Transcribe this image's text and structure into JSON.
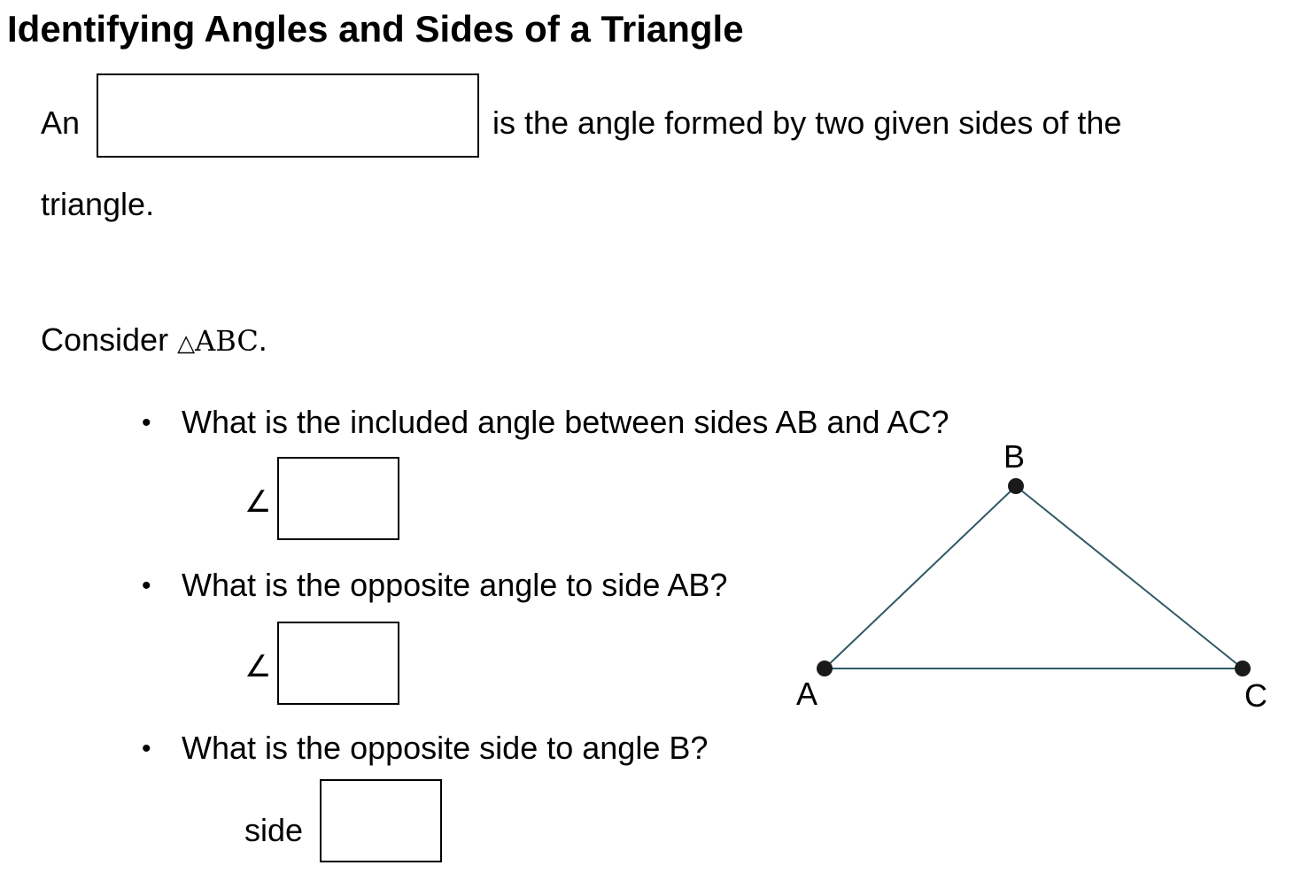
{
  "title": "Identifying Angles and Sides of a Triangle",
  "definition": {
    "prefix": "An",
    "blank_value": "",
    "suffix": "is the angle formed by two given sides of the",
    "continuation": "triangle."
  },
  "consider": {
    "label": "Consider",
    "triangle_symbol": "△",
    "triangle_name": "ABC",
    "period": "."
  },
  "questions": [
    {
      "bullet": "•",
      "text": "What is the included angle between sides AB and AC?",
      "prefix": "∠",
      "answer": ""
    },
    {
      "bullet": "•",
      "text": "What is the opposite angle to side AB?",
      "prefix": "∠",
      "answer": ""
    },
    {
      "bullet": "•",
      "text": "What is the opposite side to angle B?",
      "prefix": "side",
      "answer": ""
    }
  ],
  "diagram": {
    "vertices": [
      {
        "label": "A"
      },
      {
        "label": "B"
      },
      {
        "label": "C"
      }
    ],
    "edge_color": "#2f5965",
    "point_color": "#1a1a1a"
  }
}
